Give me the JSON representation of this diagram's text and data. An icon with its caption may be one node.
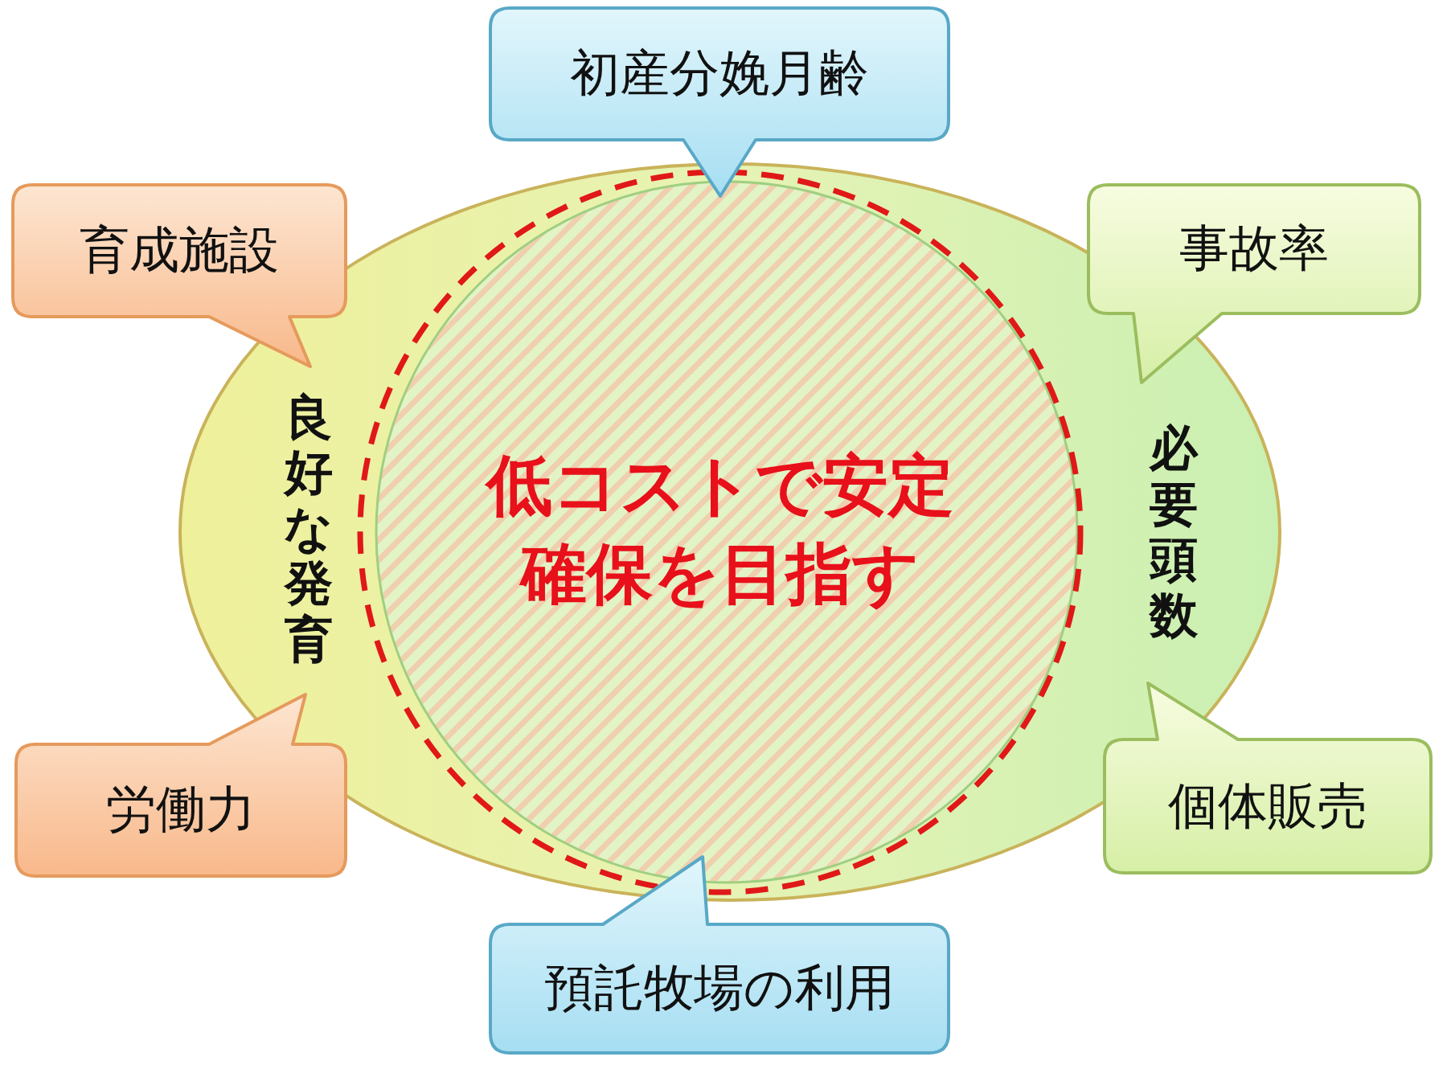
{
  "diagram": {
    "nodes": [
      {
        "text": [
          "良好な発育",
          "必要頭数"
        ]
      },
      {
        "text": [
          "低コストで安定確保を目指す"
        ],
        "in": 0
      },
      {
        "text": [
          "初産分娩月齢"
        ]
      },
      {
        "text": [
          "育成施設"
        ]
      },
      {
        "text": [
          "事故率"
        ]
      },
      {
        "text": [
          "労働力"
        ]
      },
      {
        "text": [
          "個体販売"
        ]
      },
      {
        "text": [
          "預託牧場の利用"
        ]
      }
    ]
  }
}
